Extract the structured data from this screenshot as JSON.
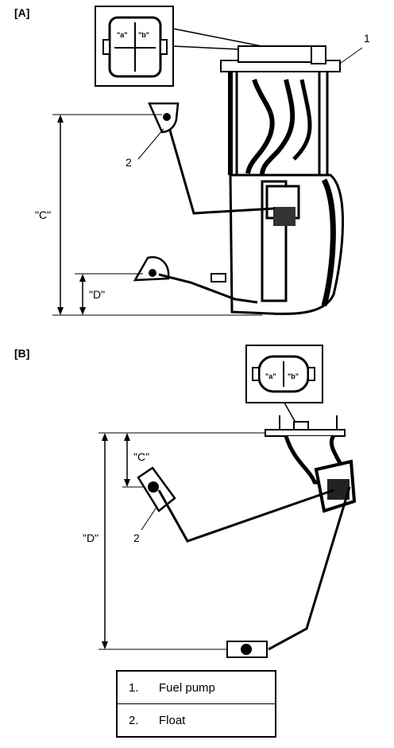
{
  "section_a": {
    "label": "[A]",
    "connector_pins": [
      "\"a\"",
      "\"b\""
    ],
    "dim_c": "\"C\"",
    "dim_d": "\"D\"",
    "callout_1": "1",
    "callout_2": "2"
  },
  "section_b": {
    "label": "[B]",
    "connector_pins": [
      "\"a\"",
      "\"b\""
    ],
    "dim_c": "\"C\"",
    "dim_d": "\"D\"",
    "callout_2": "2"
  },
  "legend": [
    {
      "num": "1.",
      "text": "Fuel pump"
    },
    {
      "num": "2.",
      "text": "Float"
    }
  ]
}
